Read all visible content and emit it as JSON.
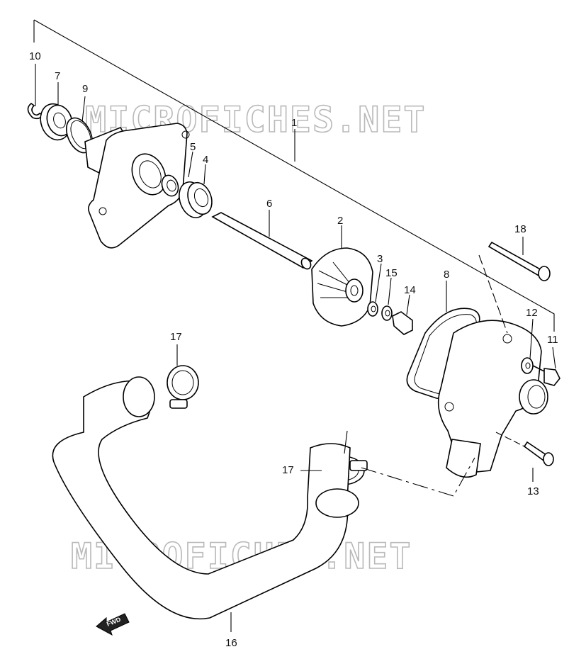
{
  "watermark": {
    "text": "MICROFICHES.NET"
  },
  "fwd_badge": {
    "text": "FWD"
  },
  "callouts": [
    {
      "id": "c10",
      "text": "10"
    },
    {
      "id": "c7",
      "text": "7"
    },
    {
      "id": "c9",
      "text": "9"
    },
    {
      "id": "c1",
      "text": "1"
    },
    {
      "id": "c5",
      "text": "5"
    },
    {
      "id": "c4",
      "text": "4"
    },
    {
      "id": "c6",
      "text": "6"
    },
    {
      "id": "c2",
      "text": "2"
    },
    {
      "id": "c3",
      "text": "3"
    },
    {
      "id": "c15",
      "text": "15"
    },
    {
      "id": "c14",
      "text": "14"
    },
    {
      "id": "c8",
      "text": "8"
    },
    {
      "id": "c18",
      "text": "18"
    },
    {
      "id": "c12",
      "text": "12"
    },
    {
      "id": "c11",
      "text": "11"
    },
    {
      "id": "c13",
      "text": "13"
    },
    {
      "id": "c17a",
      "text": "17"
    },
    {
      "id": "c17b",
      "text": "17"
    },
    {
      "id": "c16",
      "text": "16"
    }
  ]
}
